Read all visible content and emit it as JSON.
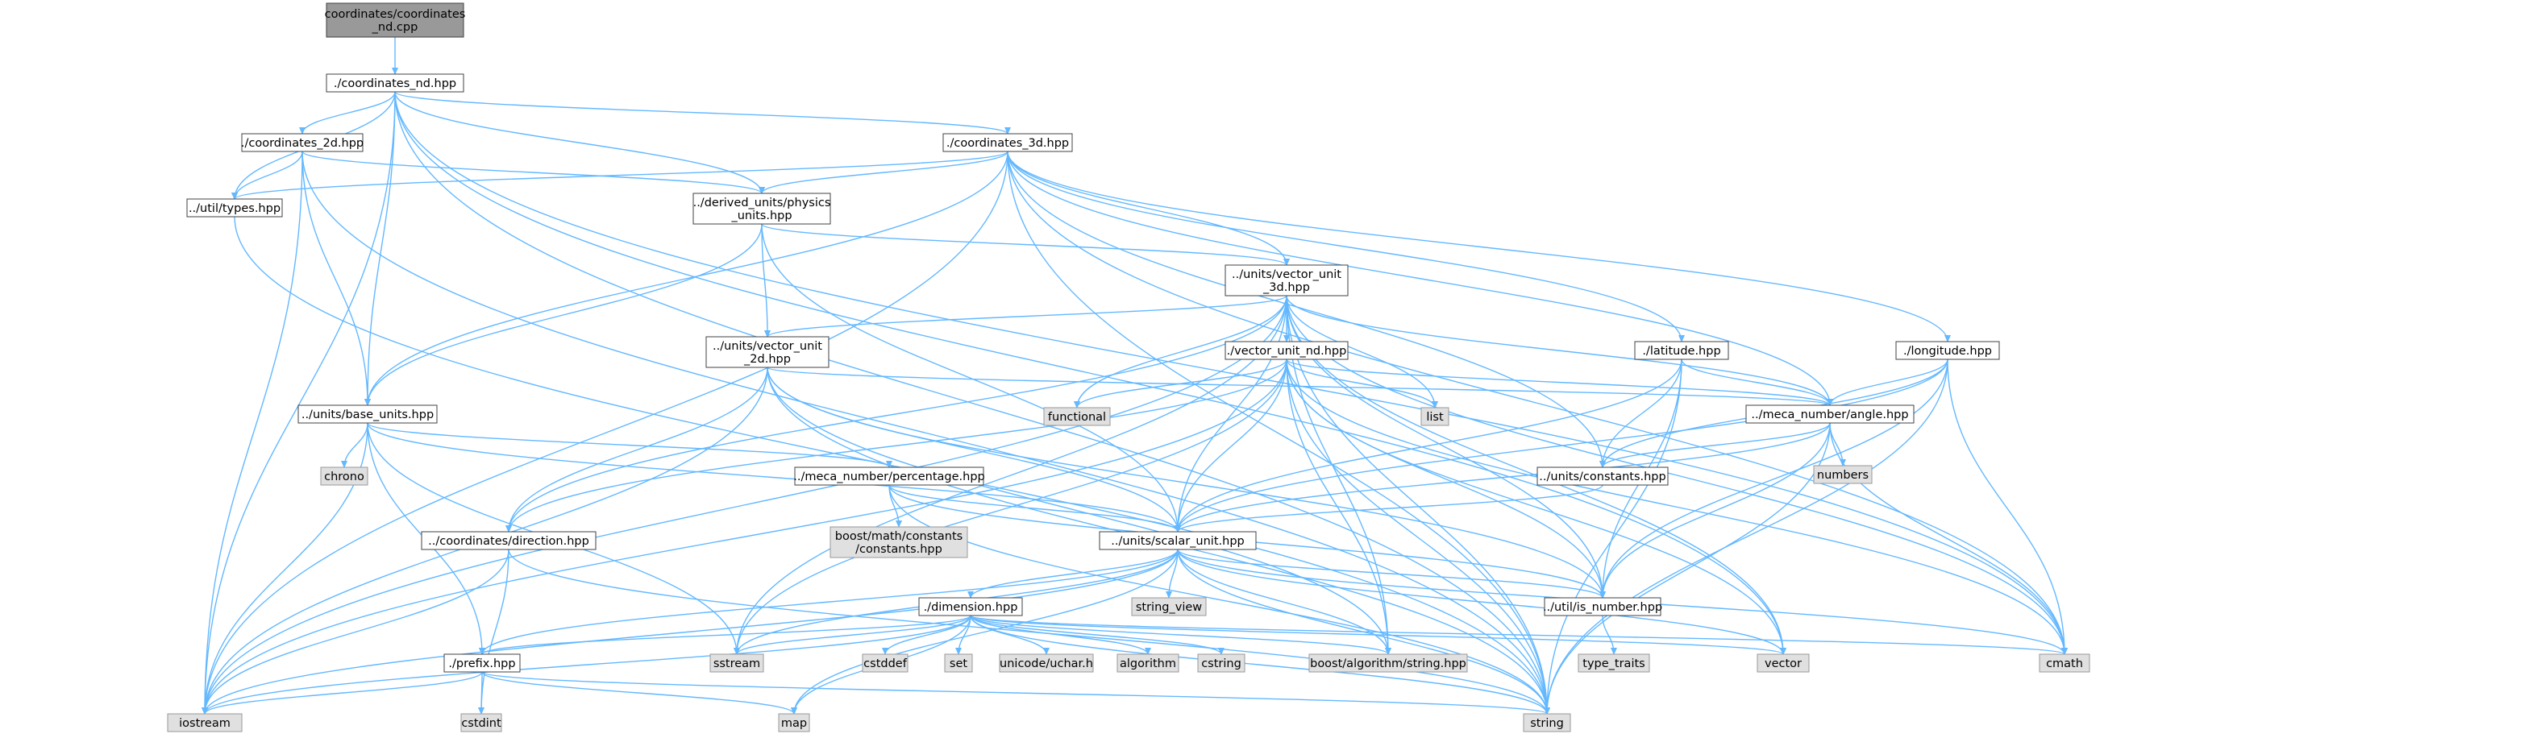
{
  "graph": {
    "colors": {
      "root_fill": "#999999",
      "project_fill": "#ffffff",
      "system_fill": "#e0e0e0",
      "border_project": "#404040",
      "border_system": "#999999",
      "edge": "#63b8ff"
    },
    "nodes": [
      {
        "id": "root",
        "kind": "root",
        "lines": [
          "coordinates/coordinates",
          "_nd.cpp"
        ]
      },
      {
        "id": "coordinates_nd",
        "kind": "project",
        "lines": [
          "./coordinates_nd.hpp"
        ]
      },
      {
        "id": "coordinates_2d",
        "kind": "project",
        "lines": [
          "./coordinates_2d.hpp"
        ]
      },
      {
        "id": "coordinates_3d",
        "kind": "project",
        "lines": [
          "./coordinates_3d.hpp"
        ]
      },
      {
        "id": "util_types",
        "kind": "project",
        "lines": [
          "../util/types.hpp"
        ]
      },
      {
        "id": "derived_units",
        "kind": "project",
        "lines": [
          "../derived_units/physics",
          "_units.hpp"
        ]
      },
      {
        "id": "vector_3d",
        "kind": "project",
        "lines": [
          "../units/vector_unit",
          "_3d.hpp"
        ]
      },
      {
        "id": "vector_2d",
        "kind": "project",
        "lines": [
          "../units/vector_unit",
          "_2d.hpp"
        ]
      },
      {
        "id": "vector_nd",
        "kind": "project",
        "lines": [
          "./vector_unit_nd.hpp"
        ]
      },
      {
        "id": "latitude",
        "kind": "project",
        "lines": [
          "./latitude.hpp"
        ]
      },
      {
        "id": "longitude",
        "kind": "project",
        "lines": [
          "./longitude.hpp"
        ]
      },
      {
        "id": "base_units",
        "kind": "project",
        "lines": [
          "../units/base_units.hpp"
        ]
      },
      {
        "id": "functional",
        "kind": "system",
        "lines": [
          "functional"
        ]
      },
      {
        "id": "list",
        "kind": "system",
        "lines": [
          "list"
        ]
      },
      {
        "id": "angle",
        "kind": "project",
        "lines": [
          "../meca_number/angle.hpp"
        ]
      },
      {
        "id": "numbers",
        "kind": "system",
        "lines": [
          "numbers"
        ]
      },
      {
        "id": "chrono",
        "kind": "system",
        "lines": [
          "chrono"
        ]
      },
      {
        "id": "percentage",
        "kind": "project",
        "lines": [
          "../meca_number/percentage.hpp"
        ]
      },
      {
        "id": "constants",
        "kind": "project",
        "lines": [
          "../units/constants.hpp"
        ]
      },
      {
        "id": "boost_constants",
        "kind": "system",
        "lines": [
          "boost/math/constants",
          "/constants.hpp"
        ]
      },
      {
        "id": "direction",
        "kind": "project",
        "lines": [
          "../coordinates/direction.hpp"
        ]
      },
      {
        "id": "scalar_unit",
        "kind": "project",
        "lines": [
          "../units/scalar_unit.hpp"
        ]
      },
      {
        "id": "string_view",
        "kind": "system",
        "lines": [
          "string_view"
        ]
      },
      {
        "id": "dimension",
        "kind": "project",
        "lines": [
          "./dimension.hpp"
        ]
      },
      {
        "id": "is_number",
        "kind": "project",
        "lines": [
          "../util/is_number.hpp"
        ]
      },
      {
        "id": "prefix",
        "kind": "project",
        "lines": [
          "./prefix.hpp"
        ]
      },
      {
        "id": "sstream",
        "kind": "system",
        "lines": [
          "sstream"
        ]
      },
      {
        "id": "cstddef",
        "kind": "system",
        "lines": [
          "cstddef"
        ]
      },
      {
        "id": "set",
        "kind": "system",
        "lines": [
          "set"
        ]
      },
      {
        "id": "uchar",
        "kind": "system",
        "lines": [
          "unicode/uchar.h"
        ]
      },
      {
        "id": "algorithm",
        "kind": "system",
        "lines": [
          "algorithm"
        ]
      },
      {
        "id": "cstring",
        "kind": "system",
        "lines": [
          "cstring"
        ]
      },
      {
        "id": "boost_string",
        "kind": "system",
        "lines": [
          "boost/algorithm/string.hpp"
        ]
      },
      {
        "id": "type_traits",
        "kind": "system",
        "lines": [
          "type_traits"
        ]
      },
      {
        "id": "vector",
        "kind": "system",
        "lines": [
          "vector"
        ]
      },
      {
        "id": "cmath",
        "kind": "system",
        "lines": [
          "cmath"
        ]
      },
      {
        "id": "iostream",
        "kind": "system",
        "lines": [
          "iostream"
        ]
      },
      {
        "id": "cstdint",
        "kind": "system",
        "lines": [
          "cstdint"
        ]
      },
      {
        "id": "map",
        "kind": "system",
        "lines": [
          "map"
        ]
      },
      {
        "id": "string",
        "kind": "system",
        "lines": [
          "string"
        ]
      }
    ],
    "edges": [
      [
        "root",
        "coordinates_nd"
      ],
      [
        "coordinates_nd",
        "coordinates_2d"
      ],
      [
        "coordinates_nd",
        "coordinates_3d"
      ],
      [
        "coordinates_nd",
        "util_types"
      ],
      [
        "coordinates_nd",
        "derived_units"
      ],
      [
        "coordinates_nd",
        "base_units"
      ],
      [
        "coordinates_nd",
        "iostream"
      ],
      [
        "coordinates_nd",
        "string"
      ],
      [
        "coordinates_nd",
        "vector"
      ],
      [
        "coordinates_nd",
        "cmath"
      ],
      [
        "coordinates_2d",
        "util_types"
      ],
      [
        "coordinates_2d",
        "derived_units"
      ],
      [
        "coordinates_2d",
        "base_units"
      ],
      [
        "coordinates_2d",
        "iostream"
      ],
      [
        "coordinates_2d",
        "string"
      ],
      [
        "coordinates_3d",
        "util_types"
      ],
      [
        "coordinates_3d",
        "derived_units"
      ],
      [
        "coordinates_3d",
        "latitude"
      ],
      [
        "coordinates_3d",
        "longitude"
      ],
      [
        "coordinates_3d",
        "angle"
      ],
      [
        "coordinates_3d",
        "base_units"
      ],
      [
        "coordinates_3d",
        "constants"
      ],
      [
        "coordinates_3d",
        "iostream"
      ],
      [
        "coordinates_3d",
        "string"
      ],
      [
        "coordinates_3d",
        "cmath"
      ],
      [
        "coordinates_3d",
        "vector_3d"
      ],
      [
        "util_types",
        "string"
      ],
      [
        "derived_units",
        "vector_3d"
      ],
      [
        "derived_units",
        "vector_2d"
      ],
      [
        "derived_units",
        "base_units"
      ],
      [
        "derived_units",
        "scalar_unit"
      ],
      [
        "vector_3d",
        "vector_2d"
      ],
      [
        "vector_3d",
        "vector_nd"
      ],
      [
        "vector_3d",
        "functional"
      ],
      [
        "vector_3d",
        "list"
      ],
      [
        "vector_3d",
        "angle"
      ],
      [
        "vector_3d",
        "scalar_unit"
      ],
      [
        "vector_3d",
        "direction"
      ],
      [
        "vector_3d",
        "is_number"
      ],
      [
        "vector_3d",
        "boost_string"
      ],
      [
        "vector_3d",
        "sstream"
      ],
      [
        "vector_3d",
        "iostream"
      ],
      [
        "vector_3d",
        "string"
      ],
      [
        "vector_3d",
        "vector"
      ],
      [
        "vector_3d",
        "cmath"
      ],
      [
        "vector_2d",
        "angle"
      ],
      [
        "vector_2d",
        "scalar_unit"
      ],
      [
        "vector_2d",
        "direction"
      ],
      [
        "vector_2d",
        "is_number"
      ],
      [
        "vector_2d",
        "iostream"
      ],
      [
        "vector_2d",
        "string"
      ],
      [
        "vector_2d",
        "boost_string"
      ],
      [
        "vector_nd",
        "functional"
      ],
      [
        "vector_nd",
        "list"
      ],
      [
        "vector_nd",
        "angle"
      ],
      [
        "vector_nd",
        "scalar_unit"
      ],
      [
        "vector_nd",
        "direction"
      ],
      [
        "vector_nd",
        "is_number"
      ],
      [
        "vector_nd",
        "boost_string"
      ],
      [
        "vector_nd",
        "sstream"
      ],
      [
        "vector_nd",
        "iostream"
      ],
      [
        "vector_nd",
        "string"
      ],
      [
        "vector_nd",
        "vector"
      ],
      [
        "vector_nd",
        "cmath"
      ],
      [
        "latitude",
        "angle"
      ],
      [
        "latitude",
        "constants"
      ],
      [
        "latitude",
        "scalar_unit"
      ],
      [
        "latitude",
        "is_number"
      ],
      [
        "latitude",
        "string"
      ],
      [
        "longitude",
        "angle"
      ],
      [
        "longitude",
        "constants"
      ],
      [
        "longitude",
        "scalar_unit"
      ],
      [
        "longitude",
        "is_number"
      ],
      [
        "longitude",
        "string"
      ],
      [
        "longitude",
        "cmath"
      ],
      [
        "base_units",
        "chrono"
      ],
      [
        "base_units",
        "percentage"
      ],
      [
        "base_units",
        "scalar_unit"
      ],
      [
        "base_units",
        "prefix"
      ],
      [
        "base_units",
        "sstream"
      ],
      [
        "base_units",
        "iostream"
      ],
      [
        "angle",
        "numbers"
      ],
      [
        "angle",
        "constants"
      ],
      [
        "angle",
        "scalar_unit"
      ],
      [
        "angle",
        "is_number"
      ],
      [
        "angle",
        "cmath"
      ],
      [
        "angle",
        "string"
      ],
      [
        "percentage",
        "boost_constants"
      ],
      [
        "percentage",
        "scalar_unit"
      ],
      [
        "percentage",
        "is_number"
      ],
      [
        "percentage",
        "string"
      ],
      [
        "constants",
        "scalar_unit"
      ],
      [
        "direction",
        "cstdint"
      ],
      [
        "direction",
        "iostream"
      ],
      [
        "direction",
        "string"
      ],
      [
        "scalar_unit",
        "string_view"
      ],
      [
        "scalar_unit",
        "dimension"
      ],
      [
        "scalar_unit",
        "is_number"
      ],
      [
        "scalar_unit",
        "prefix"
      ],
      [
        "scalar_unit",
        "sstream"
      ],
      [
        "scalar_unit",
        "map"
      ],
      [
        "scalar_unit",
        "iostream"
      ],
      [
        "scalar_unit",
        "string"
      ],
      [
        "scalar_unit",
        "vector"
      ],
      [
        "scalar_unit",
        "cmath"
      ],
      [
        "scalar_unit",
        "boost_string"
      ],
      [
        "dimension",
        "prefix"
      ],
      [
        "dimension",
        "sstream"
      ],
      [
        "dimension",
        "cstddef"
      ],
      [
        "dimension",
        "set"
      ],
      [
        "dimension",
        "uchar"
      ],
      [
        "dimension",
        "algorithm"
      ],
      [
        "dimension",
        "cstring"
      ],
      [
        "dimension",
        "boost_string"
      ],
      [
        "dimension",
        "vector"
      ],
      [
        "dimension",
        "cmath"
      ],
      [
        "dimension",
        "map"
      ],
      [
        "dimension",
        "iostream"
      ],
      [
        "dimension",
        "string"
      ],
      [
        "is_number",
        "type_traits"
      ],
      [
        "prefix",
        "cstdint"
      ],
      [
        "prefix",
        "map"
      ],
      [
        "prefix",
        "iostream"
      ],
      [
        "prefix",
        "string"
      ]
    ]
  }
}
